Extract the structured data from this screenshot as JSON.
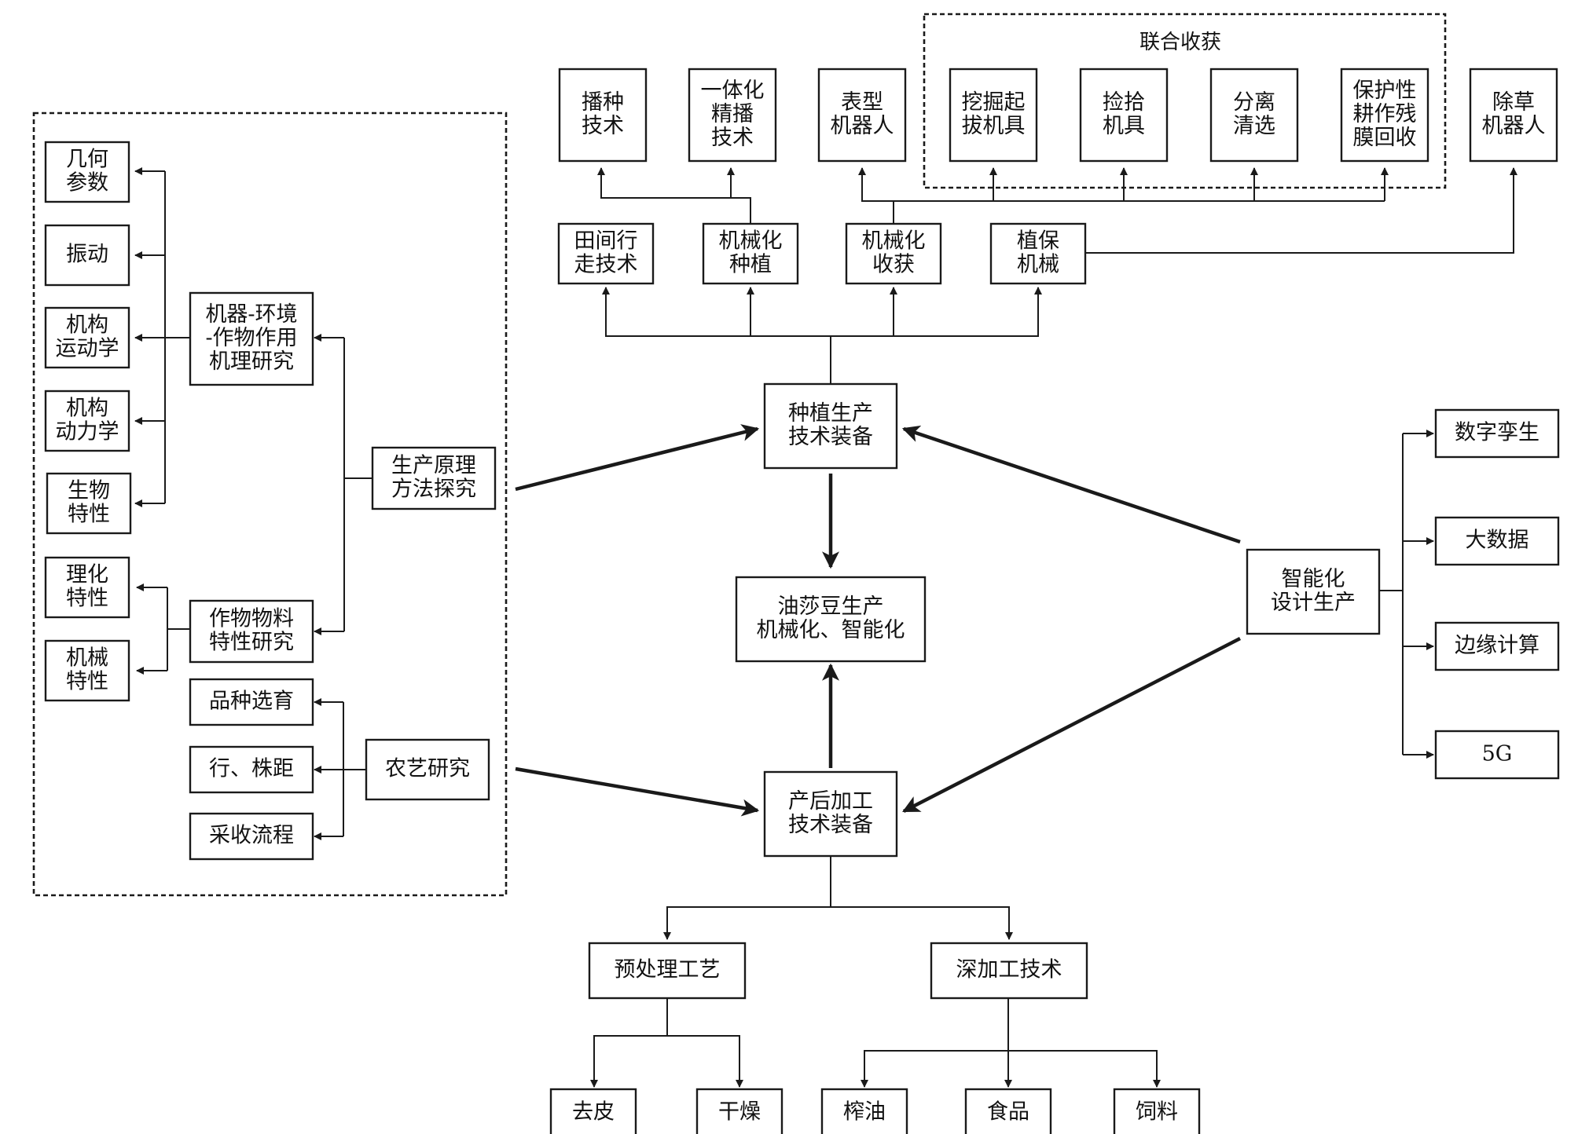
{
  "nodes": {
    "bozhong": [
      "播种",
      "技术"
    ],
    "yitihua": [
      "一体化",
      "精播",
      "技术"
    ],
    "biaoxing": [
      "表型",
      "机器人"
    ],
    "waqi": [
      "挖掘起",
      "拔机具"
    ],
    "jianshi": [
      "捡拾",
      "机具"
    ],
    "fenli": [
      "分离",
      "清选"
    ],
    "baohu": [
      "保护性",
      "耕作残",
      "膜回收"
    ],
    "chucao": [
      "除草",
      "机器人"
    ],
    "tianjian": [
      "田间行",
      "走技术"
    ],
    "jxzhongzhi": [
      "机械化",
      "种植"
    ],
    "jxshouhuo": [
      "机械化",
      "收获"
    ],
    "zhibao": [
      "植保",
      "机械"
    ],
    "zhongzhi_zb": [
      "种植生产",
      "技术装备"
    ],
    "center": [
      "油莎豆生产",
      "机械化、智能化"
    ],
    "chanhou": [
      "产后加工",
      "技术装备"
    ],
    "zhineng": [
      "智能化",
      "设计生产"
    ],
    "shuzi": [
      "数字孪生"
    ],
    "dashuju": [
      "大数据"
    ],
    "bianyuan": [
      "边缘计算"
    ],
    "g5": [
      "5G"
    ],
    "shengchan": [
      "生产原理",
      "方法探究"
    ],
    "jiqi": [
      "机器-环境",
      "-作物作用",
      "机理研究"
    ],
    "zuowu": [
      "作物物料",
      "特性研究"
    ],
    "nongyi": [
      "农艺研究"
    ],
    "jihe": [
      "几何",
      "参数"
    ],
    "zhendong": [
      "振动"
    ],
    "yundong": [
      "机构",
      "运动学"
    ],
    "dongli": [
      "机构",
      "动力学"
    ],
    "shengwu": [
      "生物",
      "特性"
    ],
    "lihua": [
      "理化",
      "特性"
    ],
    "jixie": [
      "机械",
      "特性"
    ],
    "pinzhong": [
      "品种选育"
    ],
    "hangzhu": [
      "行、株距"
    ],
    "caishou": [
      "采收流程"
    ],
    "yuchuli": [
      "预处理工艺"
    ],
    "shenjiagong": [
      "深加工技术"
    ],
    "qupi": [
      "去皮"
    ],
    "ganzao": [
      "干燥"
    ],
    "zhayou": [
      "榨油"
    ],
    "shipin": [
      "食品"
    ],
    "siliao": [
      "饲料"
    ]
  },
  "group_label": "联合收获"
}
